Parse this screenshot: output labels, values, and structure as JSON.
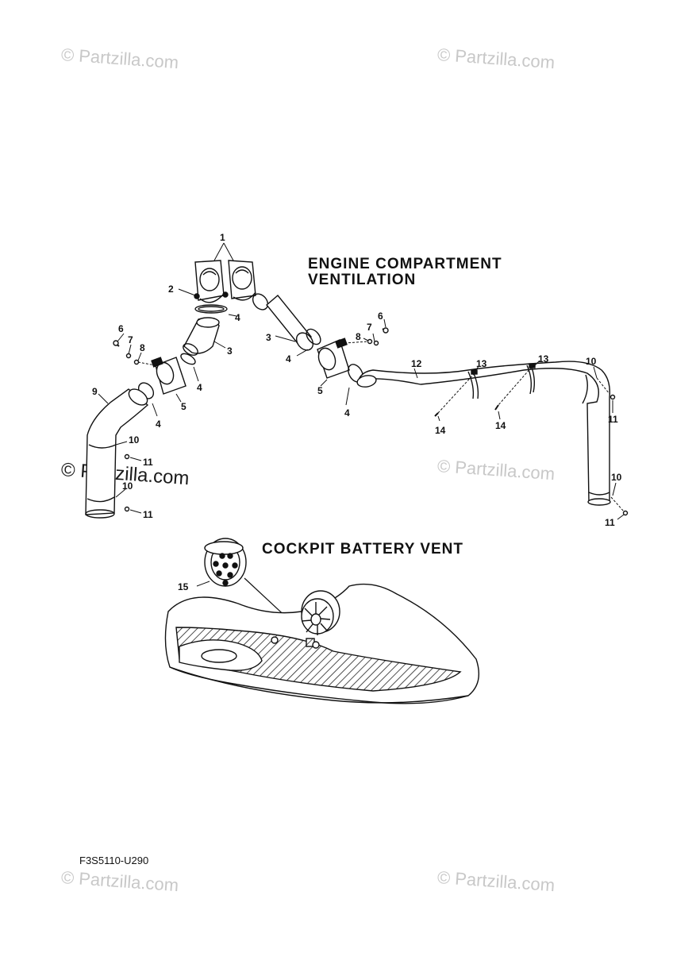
{
  "watermark": "© Partzilla.com",
  "headings": {
    "engine_line1": "ENGINE COMPARTMENT",
    "engine_line2": "VENTILATION",
    "cockpit": "COCKPIT BATTERY VENT"
  },
  "diagram_code": "F3S5110-U290",
  "callouts": {
    "c1": "1",
    "c2": "2",
    "c3a": "3",
    "c3b": "3",
    "c4a": "4",
    "c4b": "4",
    "c4c": "4",
    "c4d": "4",
    "c4e": "4",
    "c5a": "5",
    "c5b": "5",
    "c6a": "6",
    "c6b": "6",
    "c7a": "7",
    "c7b": "7",
    "c8a": "8",
    "c8b": "8",
    "c9": "9",
    "c10a": "10",
    "c10b": "10",
    "c10c": "10",
    "c10d": "10",
    "c11a": "11",
    "c11b": "11",
    "c11c": "11",
    "c11d": "11",
    "c12": "12",
    "c13a": "13",
    "c13b": "13",
    "c14a": "14",
    "c14b": "14",
    "c15": "15"
  }
}
